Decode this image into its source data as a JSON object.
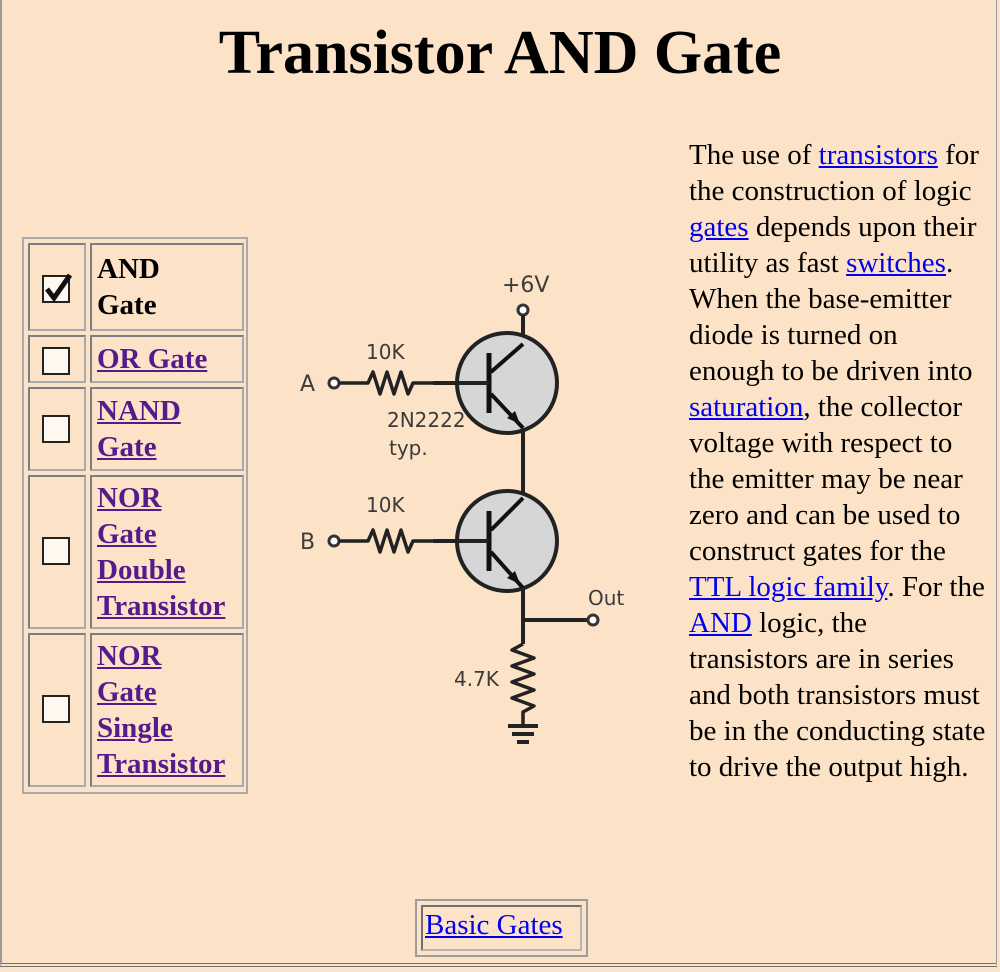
{
  "title": "Transistor AND Gate",
  "nav": {
    "items": [
      {
        "label": "AND\nGate",
        "checked": true,
        "current": true
      },
      {
        "label": "OR Gate",
        "checked": false,
        "current": false
      },
      {
        "label": "NAND\nGate",
        "checked": false,
        "current": false
      },
      {
        "label": "NOR\nGate\nDouble\nTransistor",
        "checked": false,
        "current": false
      },
      {
        "label": "NOR\nGate\nSingle\nTransistor",
        "checked": false,
        "current": false
      }
    ]
  },
  "circuit": {
    "supply": "+6V",
    "input_a": "A",
    "input_b": "B",
    "resistor_a": "10K",
    "resistor_b": "10K",
    "transistor": "2N2222",
    "transistor_note": "typ.",
    "output": "Out",
    "load_resistor": "4.7K"
  },
  "description": {
    "t1": "The use of ",
    "link_transistors": "transistors",
    "t2": " for the construction of logic ",
    "link_gates": "gates",
    "t3": " depends upon their utility as fast ",
    "link_switches": "switches",
    "t4": ". When the base-emitter diode is turned on enough to be driven into ",
    "link_saturation": "saturation",
    "t5": ", the collector voltage with respect to the emitter may be near zero and can be used to construct gates for the ",
    "link_ttl": "TTL logic family",
    "t6": ". For the ",
    "link_and": "AND",
    "t7": " logic, the transistors are in series and both transistors must be in the conducting state to drive the output high."
  },
  "bottom_link": "Basic Gates"
}
